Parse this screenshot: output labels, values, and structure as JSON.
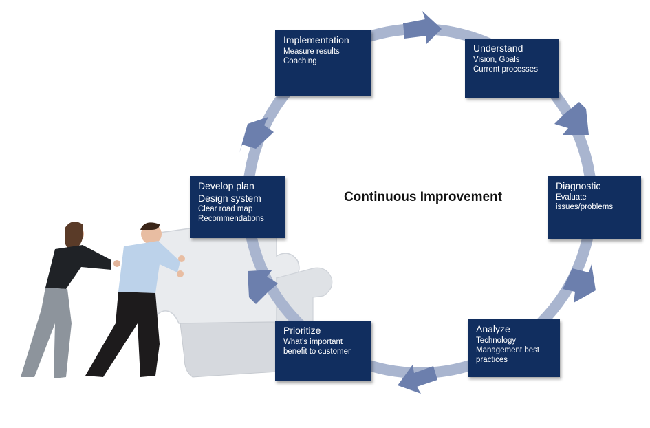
{
  "diagram": {
    "center_title": "Continuous Improvement",
    "colors": {
      "box_fill": "#112e5f",
      "ring": "#a9b5cf",
      "arrow": "#6c7fad",
      "text_on_box": "#ffffff"
    },
    "steps": [
      {
        "title": "Implementation",
        "lines": [
          "Measure results",
          "Coaching"
        ]
      },
      {
        "title": "Understand",
        "lines": [
          "Vision, Goals",
          "Current processes"
        ]
      },
      {
        "title": "Diagnostic",
        "lines": [
          "Evaluate",
          "issues/problems"
        ]
      },
      {
        "title": "Analyze",
        "lines": [
          "Technology",
          "Management best",
          "practices"
        ]
      },
      {
        "title": "Prioritize",
        "lines": [
          "What’s important",
          "benefit to customer"
        ]
      },
      {
        "title": "Develop plan",
        "lines": [
          "Design system",
          "Clear road map",
          "Recommendations"
        ]
      }
    ]
  }
}
